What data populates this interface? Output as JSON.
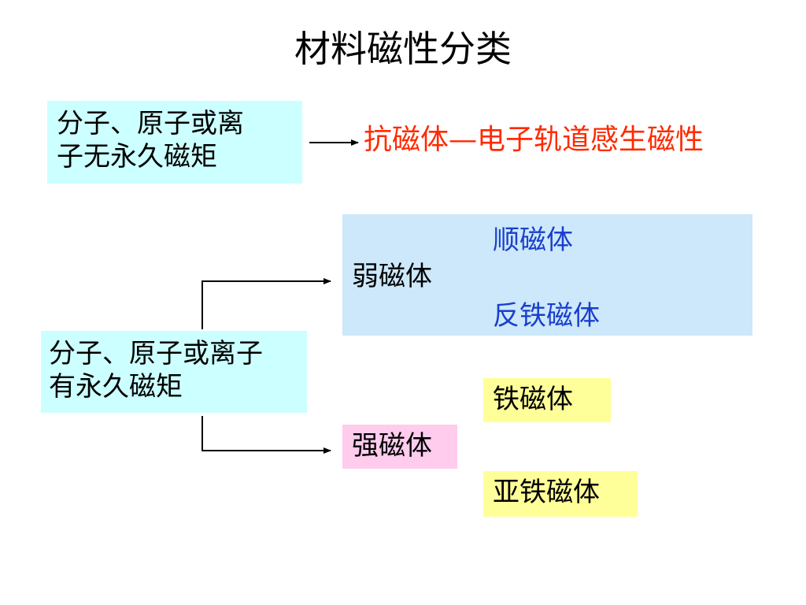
{
  "title": "材料磁性分类",
  "no_moment_box": {
    "line1": "分子、原子或离",
    "line2": "子无永久磁矩"
  },
  "diamagnetism": "抗磁体—电子轨道感生磁性",
  "has_moment_box": {
    "line1": "分子、原子或离子",
    "line2": "有永久磁矩"
  },
  "weak": {
    "label": "弱磁体",
    "paramagnet": "顺磁体",
    "antiferromagnet": "反铁磁体"
  },
  "strong": {
    "label": "强磁体",
    "ferromagnet": "铁磁体",
    "ferrimagnet": "亚铁磁体"
  },
  "colors": {
    "cyan_box": "#ccffff",
    "weak_box": "#cce8fa",
    "yellow_box": "#ffff99",
    "pink_box": "#ffccee",
    "red_text": "#ff2a00",
    "blue_text": "#1a3fcc"
  }
}
